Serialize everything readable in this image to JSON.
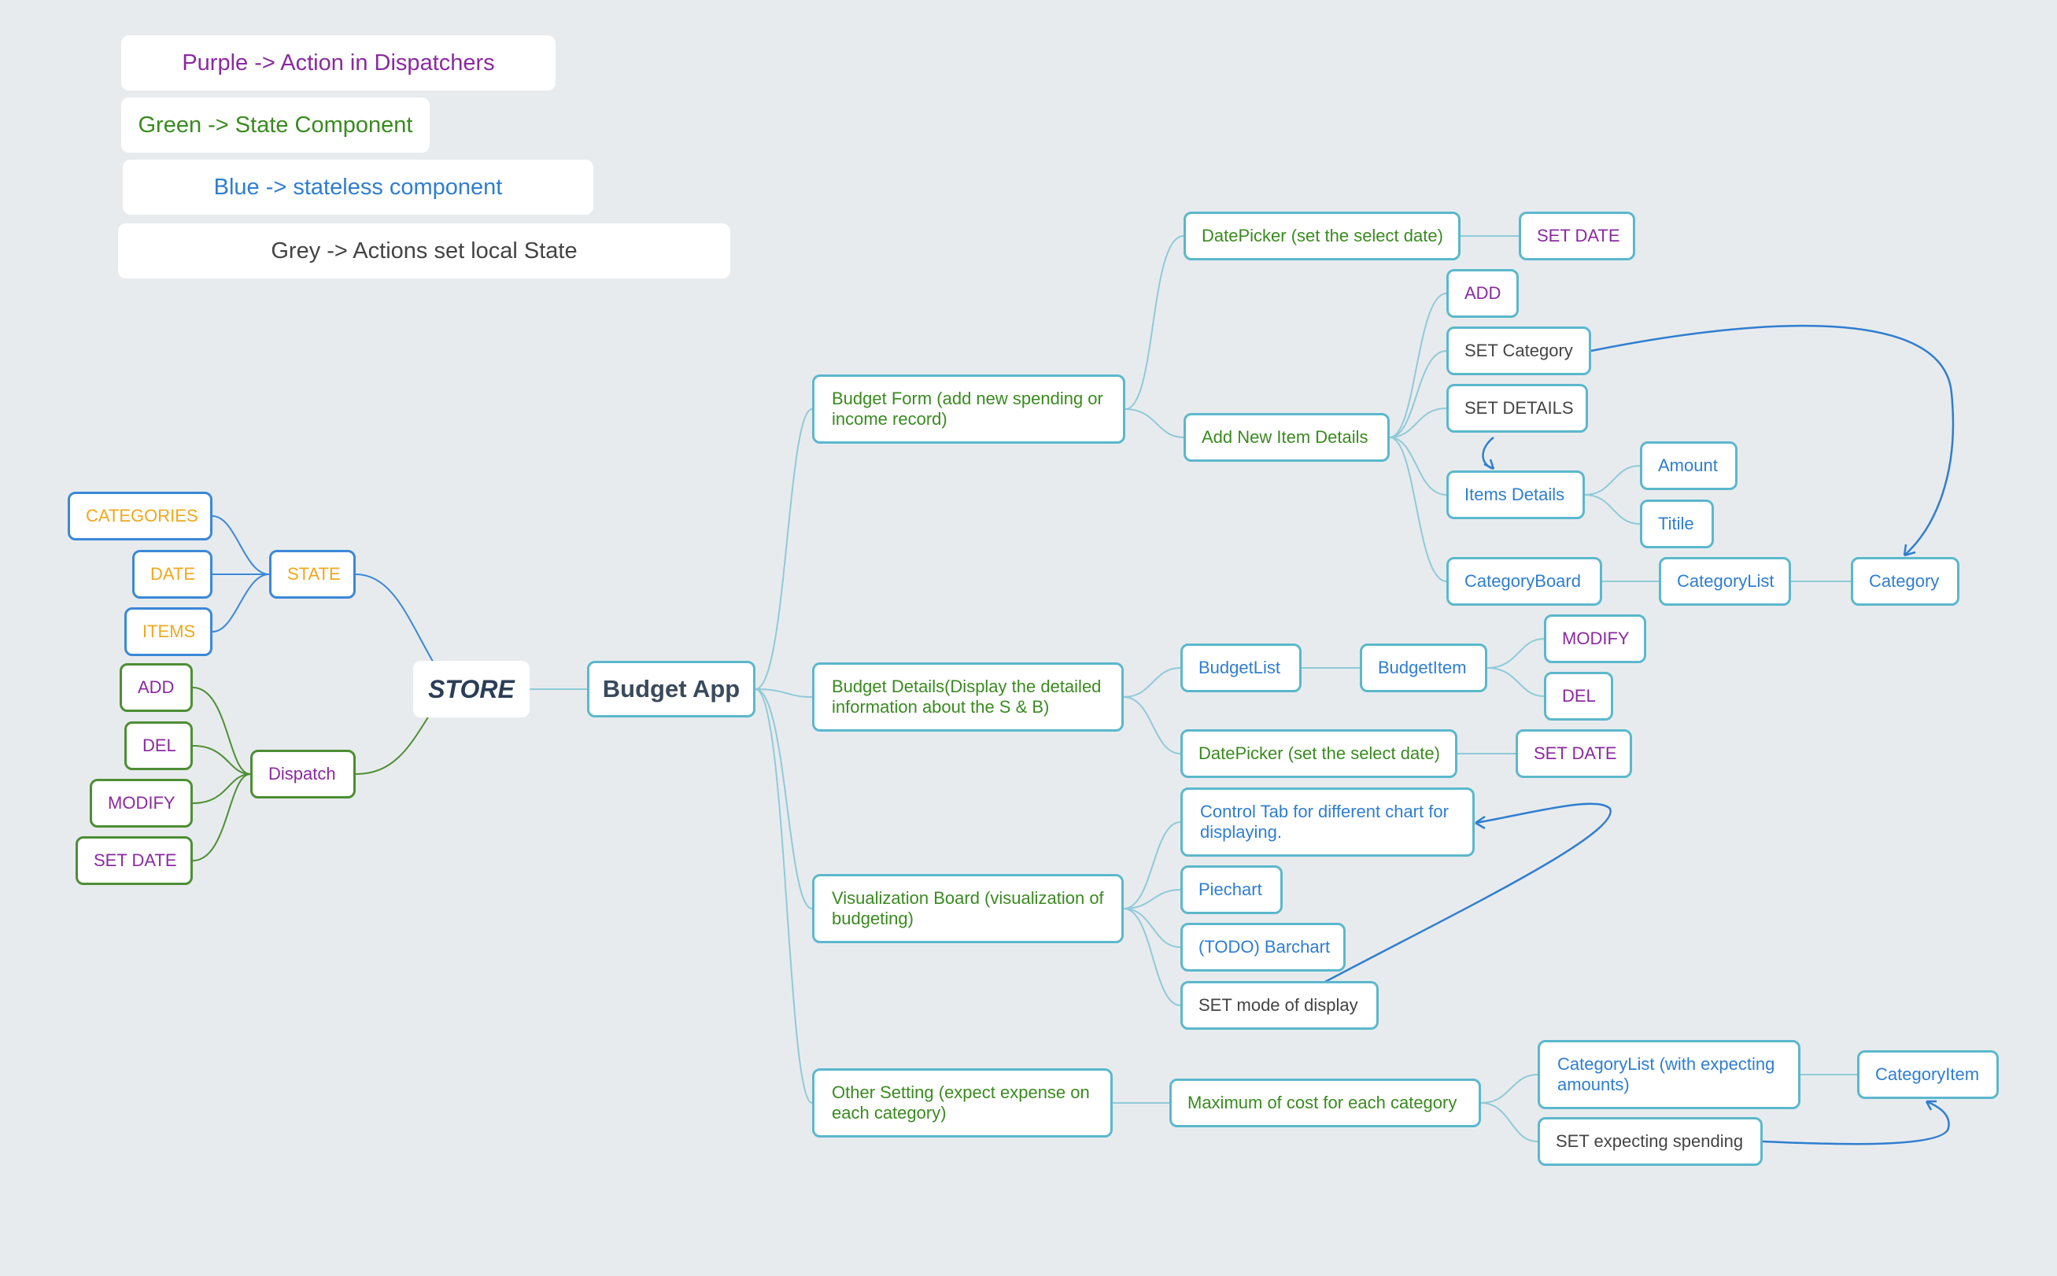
{
  "legend": {
    "purple": "Purple -> Action in Dispatchers",
    "green": "Green -> State Component",
    "blue": "Blue -> stateless component",
    "grey": "Grey -> Actions set local State"
  },
  "store": {
    "label": "STORE",
    "state": "STATE",
    "state_items": [
      "CATEGORIES",
      "DATE",
      "ITEMS"
    ],
    "dispatch": "Dispatch",
    "dispatch_items": [
      "ADD",
      "DEL",
      "MODIFY",
      "SET DATE"
    ]
  },
  "app": {
    "root": "Budget App",
    "budget_form": {
      "label": "Budget Form (add new spending or income record)",
      "datepicker": "DatePicker (set the select date)",
      "set_date": "SET DATE",
      "add_new": "Add New Item Details",
      "add": "ADD",
      "set_category": "SET Category",
      "set_details": "SET DETAILS",
      "items_details": "Items Details",
      "amount": "Amount",
      "titile": "Titile",
      "category_board": "CategoryBoard",
      "category_list": "CategoryList",
      "category": "Category"
    },
    "budget_details": {
      "label": "Budget Details(Display the detailed information about the S & B)",
      "budget_list": "BudgetList",
      "budget_item": "BudgetItem",
      "modify": "MODIFY",
      "del": "DEL",
      "datepicker": "DatePicker (set the select date)",
      "set_date": "SET DATE"
    },
    "visualization": {
      "label": "Visualization Board (visualization of budgeting)",
      "control_tab": "Control Tab for different chart for displaying.",
      "piechart": "Piechart",
      "barchart": "(TODO) Barchart",
      "set_mode": "SET mode of display"
    },
    "other_setting": {
      "label": "Other Setting (expect expense on each category)",
      "max_cost": "Maximum of cost for each category",
      "category_list": "CategoryList (with expecting amounts)",
      "set_expecting": "SET expecting spending",
      "category_item": "CategoryItem"
    }
  }
}
